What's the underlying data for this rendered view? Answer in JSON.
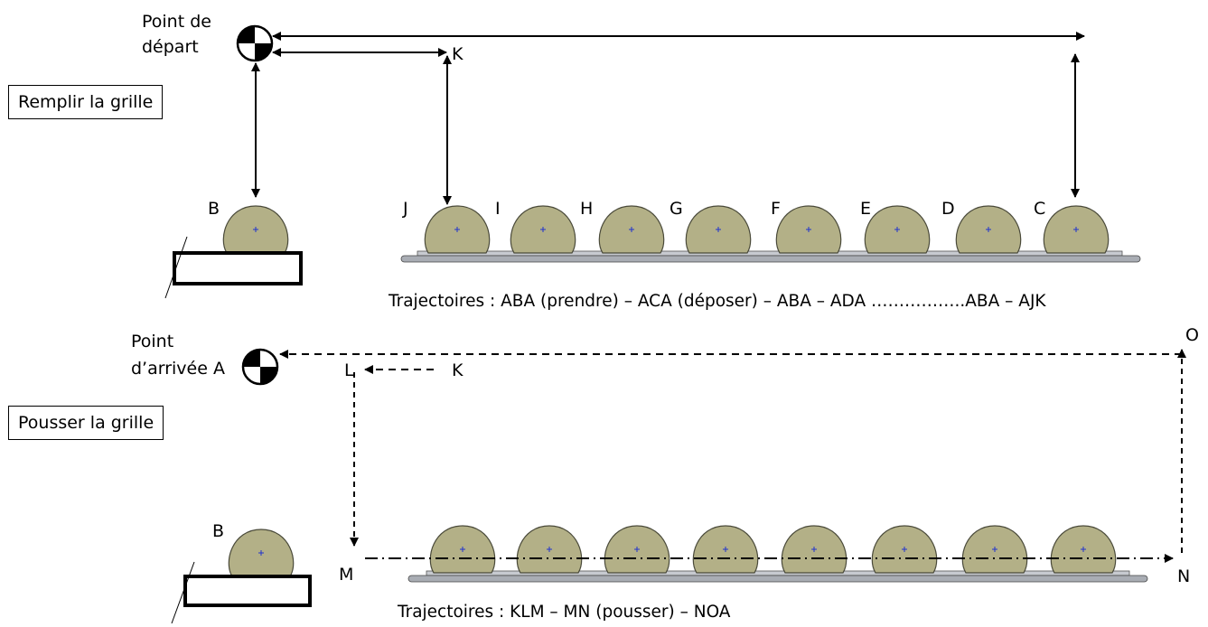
{
  "top": {
    "start_label_line1": "Point de",
    "start_label_line2": "départ",
    "box_label": "Remplir la grille",
    "k_label": "K",
    "b_label": "B",
    "position_labels": [
      "J",
      "I",
      "H",
      "G",
      "F",
      "E",
      "D",
      "C"
    ],
    "caption": "Trajectoires : ABA (prendre) – ACA (déposer) – ABA – ADA ……………..ABA – AJK"
  },
  "bottom": {
    "end_label_line1": "Point",
    "end_label_line2": "d’arrivée A",
    "box_label": "Pousser la grille",
    "l_label": "L",
    "k_label": "K",
    "m_label": "M",
    "n_label": "N",
    "o_label": "O",
    "b_label": "B",
    "caption": "Trajectoires : KLM – MN (pousser) – NOA"
  },
  "colors": {
    "dough": "#b3b087",
    "dough_edge": "#4a4a3a",
    "tray": "#a9adb4",
    "cross": "#2233cc"
  }
}
